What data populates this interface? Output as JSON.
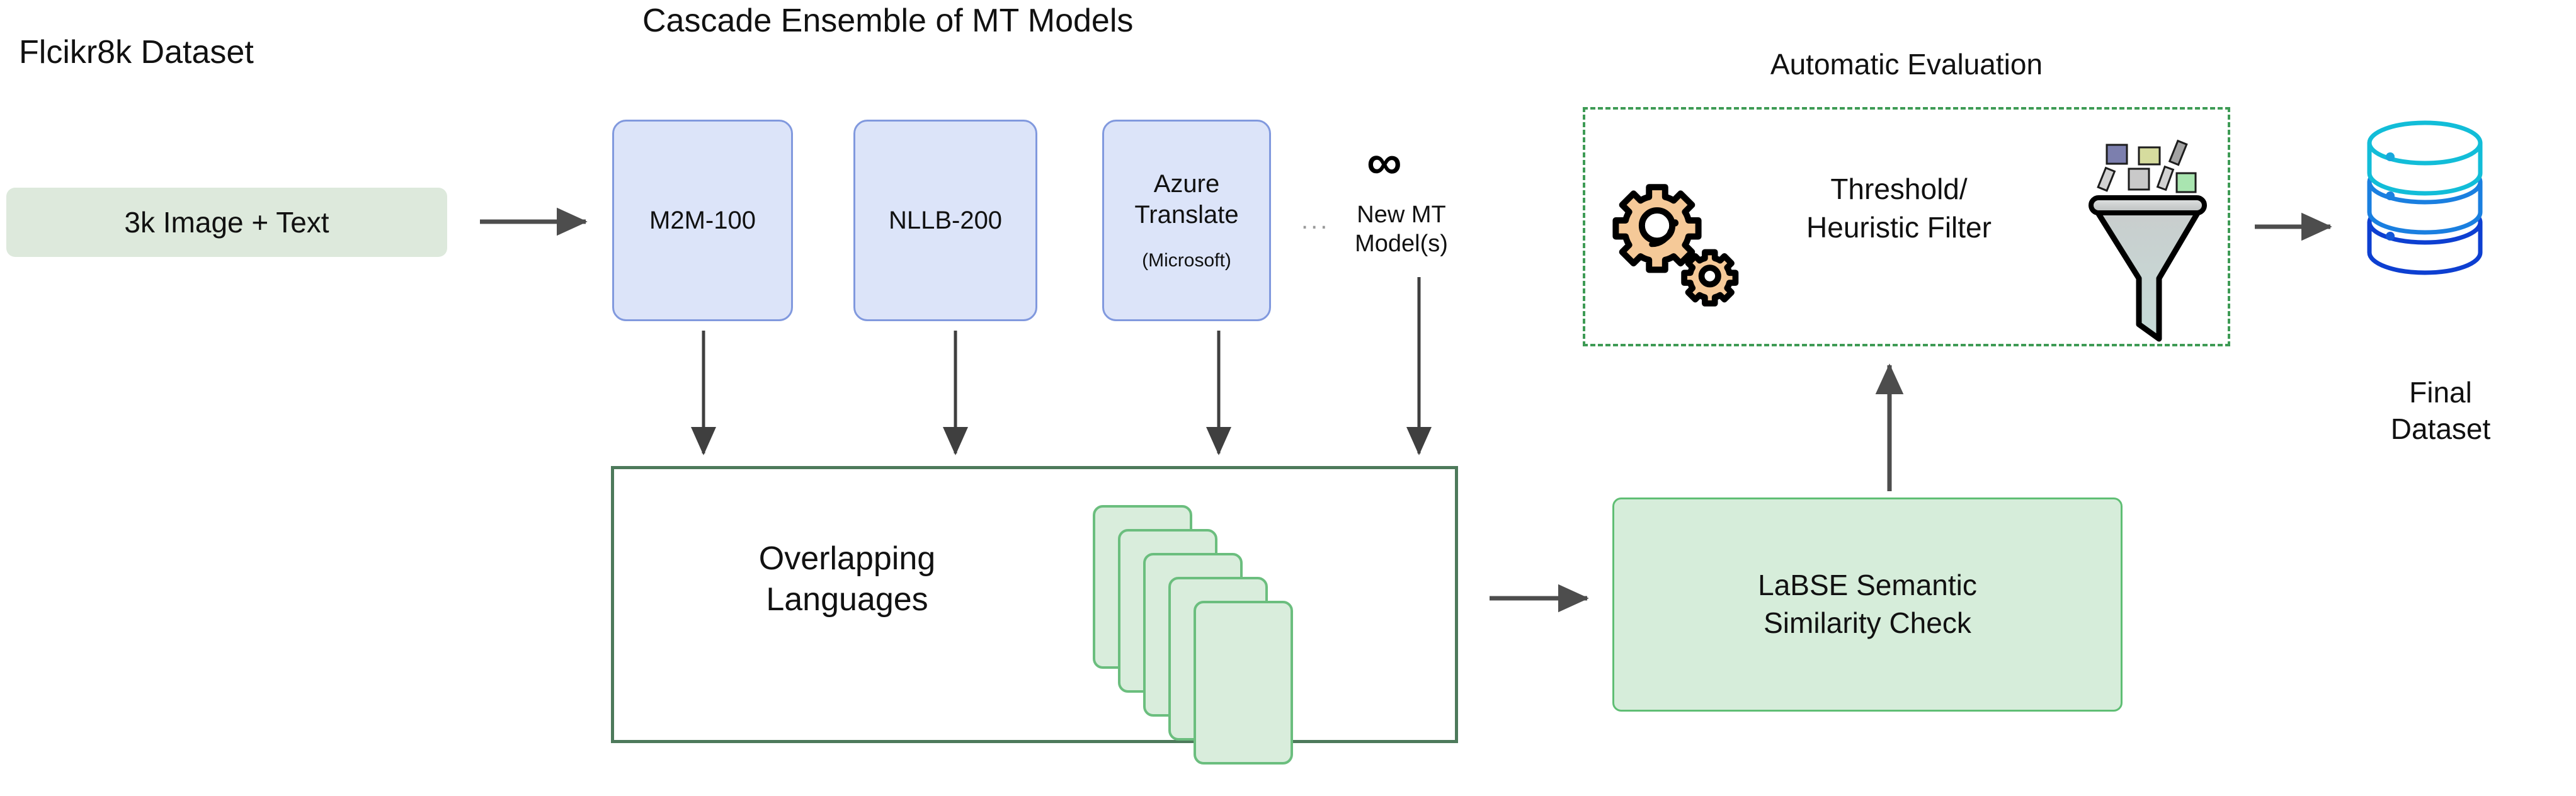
{
  "diagram": {
    "title": "Cascade Ensemble of MT Models",
    "source_section_title": "Flcikr8k Dataset",
    "source_box_label": "3k Image + Text",
    "eval_section_title": "Automatic Evaluation",
    "filter_label_line1": "Threshold/",
    "filter_label_line2": "Heuristic Filter",
    "final_label_line1": "Final",
    "final_label_line2": "Dataset",
    "overlap_label_line1": "Overlapping",
    "overlap_label_line2": "Languages",
    "labse_label_line1": "LaBSE Semantic",
    "labse_label_line2": "Similarity Check",
    "ellipsis": "...",
    "infinity_symbol": "∞",
    "new_model_line1": "New MT",
    "new_model_line2": "Model(s)"
  },
  "mt_models": [
    {
      "name": "M2M-100",
      "line1": "M2M-100",
      "line2": "",
      "sub": ""
    },
    {
      "name": "NLLB-200",
      "line1": "NLLB-200",
      "line2": "",
      "sub": ""
    },
    {
      "name": "Azure Translate",
      "line1": "Azure",
      "line2": "Translate",
      "sub": "(Microsoft)"
    }
  ],
  "colors": {
    "mt_box_fill": "#DCE4F9",
    "mt_box_border": "#8199DE",
    "source_box_fill": "#DDE9DC",
    "green_box_border": "#4D7A5B",
    "labse_fill": "#D6EDDA",
    "labse_border": "#5FBE74",
    "eval_dash_border": "#3E9B55",
    "lang_card_fill": "#D9EDDC",
    "lang_card_border": "#6BBE7E",
    "arrow": "#4D4D4D",
    "gear_fill": "#F5C998",
    "db_top_ring": "#12BDD8",
    "db_mid_ring": "#1A7FE0",
    "db_bottom_ring": "#0D3FD1",
    "funnel_top": "#C9CDCD",
    "funnel_bottom": "#C6DCD8"
  },
  "funnel_particles": [
    {
      "name": "particle-purple-square",
      "fill": "#7C7FAE"
    },
    {
      "name": "particle-olive-square",
      "fill": "#D6DC9E"
    },
    {
      "name": "particle-gray-bar-1",
      "fill": "#A3A3A3"
    },
    {
      "name": "particle-gray-bar-2",
      "fill": "#D2D2D2"
    },
    {
      "name": "particle-gray-square",
      "fill": "#C9C9C9"
    },
    {
      "name": "particle-gray-bar-3",
      "fill": "#D2D2D2"
    },
    {
      "name": "particle-green-square",
      "fill": "#A9E5B0"
    }
  ]
}
